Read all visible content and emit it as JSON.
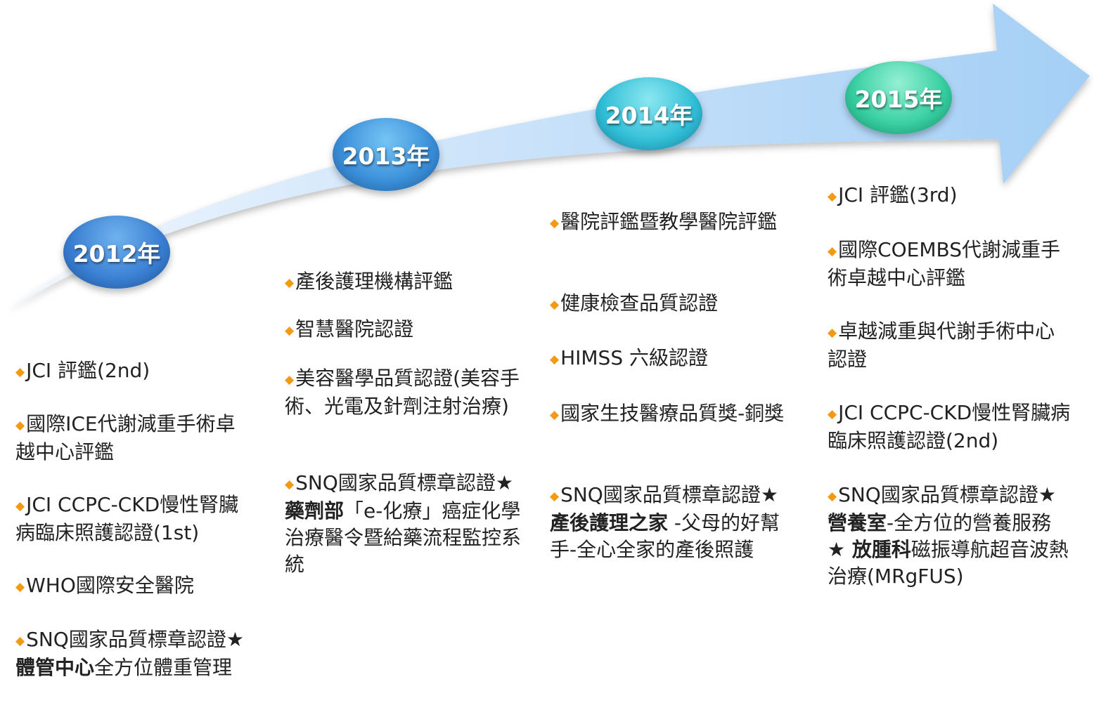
{
  "colors": {
    "arrow_start": "#eaf3fd",
    "arrow_end": "#9ccbf4",
    "bullet": "#f39a12",
    "text": "#222222"
  },
  "years": [
    "2012年",
    "2013年",
    "2014年",
    "2015年"
  ],
  "bullet_icon": "◆",
  "col2012": {
    "items": [
      {
        "text": "JCI 評鑑(2nd)"
      },
      {
        "text": "國際ICE代謝減重手術卓越中心評鑑"
      },
      {
        "text": "JCI CCPC-CKD慢性腎臟病臨床照護認證(1st)"
      },
      {
        "text": "WHO國際安全醫院"
      },
      {
        "pre": "SNQ國家品質標章認證",
        "bold": "★體管中心",
        "post": "全方位體重管理"
      }
    ]
  },
  "col2013": {
    "items": [
      {
        "text": "產後護理機構評鑑"
      },
      {
        "text": "智慧醫院認證"
      },
      {
        "text": "美容醫學品質認證(美容手術、光電及針劑注射治療)"
      },
      {
        "pre": "SNQ國家品質標章認證",
        "bold": "★藥劑部",
        "post": "「e-化療」癌症化學治療醫令暨給藥流程監控系統"
      }
    ]
  },
  "col2014": {
    "items": [
      {
        "text": "醫院評鑑暨教學醫院評鑑"
      },
      {
        "text": "健康檢查品質認證"
      },
      {
        "text": "HIMSS 六級認證"
      },
      {
        "text": "國家生技醫療品質獎-銅獎"
      },
      {
        "pre": "SNQ國家品質標章認證",
        "bold": "★產後護理之家",
        "post": " -父母的好幫手-全心全家的產後照護"
      }
    ]
  },
  "col2015": {
    "items": [
      {
        "text": "JCI 評鑑(3rd)"
      },
      {
        "text": "國際COEMBS代謝減重手術卓越中心評鑑"
      },
      {
        "text": "卓越減重與代謝手術中心認證"
      },
      {
        "text": "JCI CCPC-CKD慢性腎臟病臨床照護認證(2nd)"
      },
      {
        "pre": "SNQ國家品質標章認證",
        "bold": "★營養室",
        "post": "-全方位的營養服務 ",
        "bold2": "★ 放腫科",
        "post2": "磁振導航超音波熱治療(MRgFUS)"
      }
    ]
  }
}
